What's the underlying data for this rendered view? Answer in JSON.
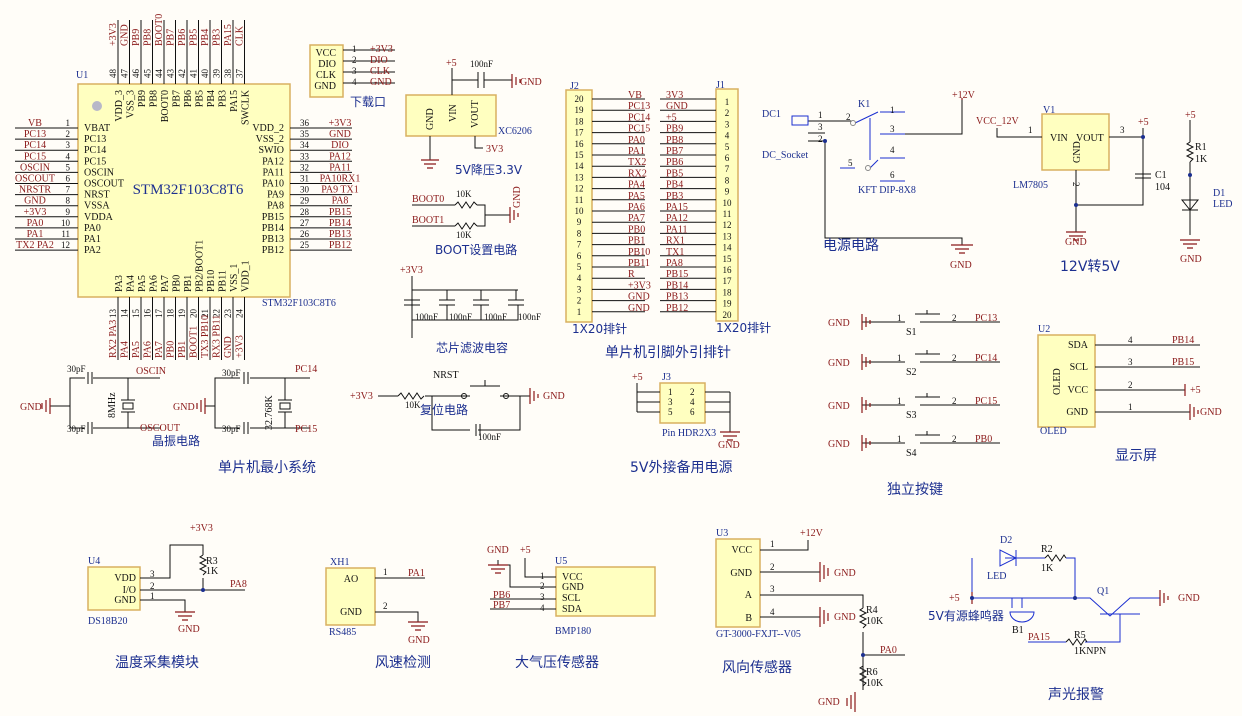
{
  "mcu": {
    "ref": "U1",
    "part": "STM32F103C8T6",
    "footer": "STM32F103C8T6",
    "left": [
      {
        "num": "1",
        "name": "VBAT",
        "net": "VB"
      },
      {
        "num": "2",
        "name": "PC13",
        "net": "PC13"
      },
      {
        "num": "3",
        "name": "PC14",
        "net": "PC14"
      },
      {
        "num": "4",
        "name": "PC15",
        "net": "PC15"
      },
      {
        "num": "5",
        "name": "OSCIN",
        "net": "OSCIN"
      },
      {
        "num": "6",
        "name": "OSCOUT",
        "net": "OSCOUT"
      },
      {
        "num": "7",
        "name": "NRST",
        "net": "NRSTR"
      },
      {
        "num": "8",
        "name": "VSSA",
        "net": "GND"
      },
      {
        "num": "9",
        "name": "VDDA",
        "net": "+3V3"
      },
      {
        "num": "10",
        "name": "PA0",
        "net": "PA0"
      },
      {
        "num": "11",
        "name": "PA1",
        "net": "PA1"
      },
      {
        "num": "12",
        "name": "PA2",
        "net": "TX2   PA2"
      }
    ],
    "right": [
      {
        "num": "36",
        "name": "VDD_2",
        "net": "+3V3"
      },
      {
        "num": "35",
        "name": "VSS_2",
        "net": "GND"
      },
      {
        "num": "34",
        "name": "SWIO",
        "net": "DIO"
      },
      {
        "num": "33",
        "name": "PA12",
        "net": "PA12"
      },
      {
        "num": "32",
        "name": "PA11",
        "net": "PA11"
      },
      {
        "num": "31",
        "name": "PA10",
        "net": "PA10RX1"
      },
      {
        "num": "30",
        "name": "PA9",
        "net": "PA9  TX1"
      },
      {
        "num": "29",
        "name": "PA8",
        "net": "PA8"
      },
      {
        "num": "28",
        "name": "PB15",
        "net": "PB15"
      },
      {
        "num": "27",
        "name": "PB14",
        "net": "PB14"
      },
      {
        "num": "26",
        "name": "PB13",
        "net": "PB13"
      },
      {
        "num": "25",
        "name": "PB12",
        "net": "PB12"
      }
    ],
    "top": [
      {
        "num": "48",
        "name": "VDD_3",
        "net": "+3V3"
      },
      {
        "num": "47",
        "name": "VSS_3",
        "net": "GND"
      },
      {
        "num": "46",
        "name": "PB9",
        "net": "PB9"
      },
      {
        "num": "45",
        "name": "PB8",
        "net": "PB8"
      },
      {
        "num": "44",
        "name": "BOOT0",
        "net": "BOOT0"
      },
      {
        "num": "43",
        "name": "PB7",
        "net": "PB7"
      },
      {
        "num": "42",
        "name": "PB6",
        "net": "PB6"
      },
      {
        "num": "41",
        "name": "PB5",
        "net": "PB5"
      },
      {
        "num": "40",
        "name": "PB4",
        "net": "PB4"
      },
      {
        "num": "39",
        "name": "PB3",
        "net": "PB3"
      },
      {
        "num": "38",
        "name": "PA15",
        "net": "PA15"
      },
      {
        "num": "37",
        "name": "SWCLK",
        "net": "CLK"
      }
    ],
    "bottom": [
      {
        "num": "13",
        "name": "PA3",
        "net": "RX2 PA3"
      },
      {
        "num": "14",
        "name": "PA4",
        "net": "PA4"
      },
      {
        "num": "15",
        "name": "PA5",
        "net": "PA5"
      },
      {
        "num": "16",
        "name": "PA6",
        "net": "PA6"
      },
      {
        "num": "17",
        "name": "PA7",
        "net": "PA7"
      },
      {
        "num": "18",
        "name": "PB0",
        "net": "PB0"
      },
      {
        "num": "19",
        "name": "PB1",
        "net": "PB1"
      },
      {
        "num": "20",
        "name": "PB2/BOOT1",
        "net": "BOOT1"
      },
      {
        "num": "21",
        "name": "PB10",
        "net": "TX3 PB10"
      },
      {
        "num": "22",
        "name": "PB11",
        "net": "RX3 PB11"
      },
      {
        "num": "23",
        "name": "VSS_1",
        "net": "GND"
      },
      {
        "num": "24",
        "name": "VDD_1",
        "net": "+3V3"
      }
    ]
  },
  "download": {
    "title": "下载口",
    "pins": [
      {
        "num": "1",
        "name": "VCC",
        "net": "+3V3"
      },
      {
        "num": "2",
        "name": "DIO",
        "net": "DIO"
      },
      {
        "num": "3",
        "name": "CLK",
        "net": "CLK"
      },
      {
        "num": "4",
        "name": "GND",
        "net": "GND"
      }
    ]
  },
  "ldo": {
    "in": "+5",
    "cap": "100nF",
    "gnd": "GND",
    "pin_gnd": "GND",
    "pin_vin": "VIN",
    "pin_vout": "VOUT",
    "part": "XC6206",
    "out": "3V3",
    "gnd2": "GND",
    "title": "5V降压3.3V"
  },
  "boot": {
    "boot0": "BOOT0",
    "boot1": "BOOT1",
    "r0": "10K",
    "r1": "10K",
    "gnd": "GND",
    "title": "BOOT设置电路"
  },
  "filter": {
    "vcc": "+3V3",
    "caps": [
      "100nF",
      "100nF",
      "100nF",
      "100nF"
    ],
    "title": "芯片滤波电容"
  },
  "crystal": {
    "c1": "30pF",
    "c2": "30pF",
    "c3": "30pF",
    "c4": "30pF",
    "y1": "8MHz",
    "y2": "32.768K",
    "oscin": "OSCIN",
    "oscout": "OSCOUT",
    "pc14": "PC14",
    "pc15": "PC15",
    "gnd1": "GND",
    "gnd2": "GND",
    "title": "晶振电路"
  },
  "min_system_title": "单片机最小系统",
  "reset": {
    "vcc": "+3V3",
    "r": "10K",
    "nrst": "NRST",
    "title": "复位电路",
    "cap": "100nF",
    "gnd": "GND"
  },
  "j2": {
    "ref": "J2",
    "part": "1X20排针",
    "nums": [
      "20",
      "19",
      "18",
      "17",
      "16",
      "15",
      "14",
      "13",
      "12",
      "11",
      "10",
      "9",
      "8",
      "7",
      "6",
      "5",
      "4",
      "3",
      "2",
      "1"
    ],
    "nets": [
      "VB",
      "PC13",
      "PC14",
      "PC15",
      "PA0",
      "PA1",
      "TX2",
      "RX2",
      "PA4",
      "PA5",
      "PA6",
      "PA7",
      "PB0",
      "PB1",
      "PB10",
      "PB11",
      "R",
      "+3V3",
      "GND",
      "GND"
    ]
  },
  "j1": {
    "ref": "J1",
    "part": "1X20排针",
    "nums": [
      "1",
      "2",
      "3",
      "4",
      "5",
      "6",
      "7",
      "8",
      "9",
      "10",
      "11",
      "12",
      "13",
      "14",
      "15",
      "16",
      "17",
      "18",
      "19",
      "20"
    ],
    "nets": [
      "3V3",
      "GND",
      "+5",
      "PB9",
      "PB8",
      "PB7",
      "PB6",
      "PB5",
      "PB4",
      "PB3",
      "PA15",
      "PA12",
      "PA11",
      "RX1",
      "TX1",
      "PA8",
      "PB15",
      "PB14",
      "PB13",
      "PB12"
    ]
  },
  "header_title": "单片机引脚外引排针",
  "j3": {
    "vcc": "+5",
    "ref": "J3",
    "pins": [
      "1",
      "2",
      "3",
      "4",
      "5",
      "6"
    ],
    "part": "Pin HDR2X3",
    "gnd": "GND",
    "title": "5V外接备用电源"
  },
  "power": {
    "dc": "DC1",
    "dc_part": "DC_Socket",
    "dc_pins": [
      "1",
      "3",
      "2"
    ],
    "k": "K1",
    "k_pins": [
      "2",
      "1",
      "3",
      "5",
      "4",
      "6"
    ],
    "k_part": "KFT DIP-8X8",
    "v12": "+12V",
    "gnd": "GND",
    "title": "电源电路"
  },
  "reg": {
    "vin_net": "VCC_12V",
    "ref": "V1",
    "pin1": "1",
    "vin": "VIN",
    "vout": "VOUT",
    "gnd_pin": "GND",
    "pin2": "2",
    "pin3": "3",
    "part": "LM7805",
    "v5": "+5",
    "c": "C1",
    "cval": "104",
    "gnd": "GND",
    "title": "12V转5V"
  },
  "led1": {
    "v5": "+5",
    "r": "R1",
    "rval": "1K",
    "d": "D1",
    "dval": "LED",
    "gnd": "GND"
  },
  "buttons": {
    "title": "独立按键",
    "items": [
      {
        "gnd": "GND",
        "p1": "1",
        "p2": "2",
        "ref": "S1",
        "net": "PC13"
      },
      {
        "gnd": "GND",
        "p1": "1",
        "p2": "2",
        "ref": "S2",
        "net": "PC14"
      },
      {
        "gnd": "GND",
        "p1": "1",
        "p2": "2",
        "ref": "S3",
        "net": "PC15"
      },
      {
        "gnd": "GND",
        "p1": "1",
        "p2": "2",
        "ref": "S4",
        "net": "PB0"
      }
    ]
  },
  "oled": {
    "ref": "U2",
    "name": "OLED",
    "pins": [
      {
        "name": "SDA",
        "num": "4",
        "net": "PB14"
      },
      {
        "name": "SCL",
        "num": "3",
        "net": "PB15"
      },
      {
        "name": "VCC",
        "num": "2",
        "net": "+5"
      },
      {
        "name": "GND",
        "num": "1",
        "net": "GND"
      }
    ],
    "part": "OLED",
    "title": "显示屏"
  },
  "ds18b20": {
    "ref": "U4",
    "pins": [
      {
        "name": "VDD",
        "num": "3"
      },
      {
        "name": "I/O",
        "num": "2"
      },
      {
        "name": "GND",
        "num": "1"
      }
    ],
    "vcc": "+3V3",
    "r": "R3",
    "rval": "1K",
    "net": "PA8",
    "gnd": "GND",
    "part": "DS18B20",
    "title": "温度采集模块"
  },
  "rs485": {
    "ref": "XH1",
    "ao": "AO",
    "gnd_pin": "GND",
    "p1": "1",
    "p2": "2",
    "net": "PA1",
    "gnd": "GND",
    "part": "RS485",
    "title": "风速检测"
  },
  "bmp180": {
    "gnd": "GND",
    "v5": "+5",
    "ref": "U5",
    "pins": [
      {
        "name": "VCC",
        "num": "1"
      },
      {
        "name": "GND",
        "num": "2"
      },
      {
        "name": "SCL",
        "num": "3"
      },
      {
        "name": "SDA",
        "num": "4"
      }
    ],
    "pb6": "PB6",
    "pb7": "PB7",
    "part": "BMP180",
    "title": "大气压传感器"
  },
  "wind_dir": {
    "ref": "U3",
    "pins": [
      {
        "name": "VCC",
        "num": "1"
      },
      {
        "name": "GND",
        "num": "2"
      },
      {
        "name": "A",
        "num": "3"
      },
      {
        "name": "B",
        "num": "4"
      }
    ],
    "v12": "+12V",
    "gnd1": "GND",
    "gnd2": "GND",
    "r4": "R4",
    "r4val": "10K",
    "net": "PA0",
    "r6": "R6",
    "r6val": "10K",
    "gnd3": "GND",
    "part": "GT-3000-FXJT--V05",
    "title": "风向传感器"
  },
  "alarm": {
    "d": "D2",
    "dval": "LED",
    "r2": "R2",
    "r2val": "1K",
    "v5": "+5",
    "buzzer": "5V有源蜂鸣器",
    "b": "B1",
    "q": "Q1",
    "gnd": "GND",
    "net": "PA15",
    "r5": "R5",
    "r5val": "1KNPN",
    "title": "声光报警"
  }
}
